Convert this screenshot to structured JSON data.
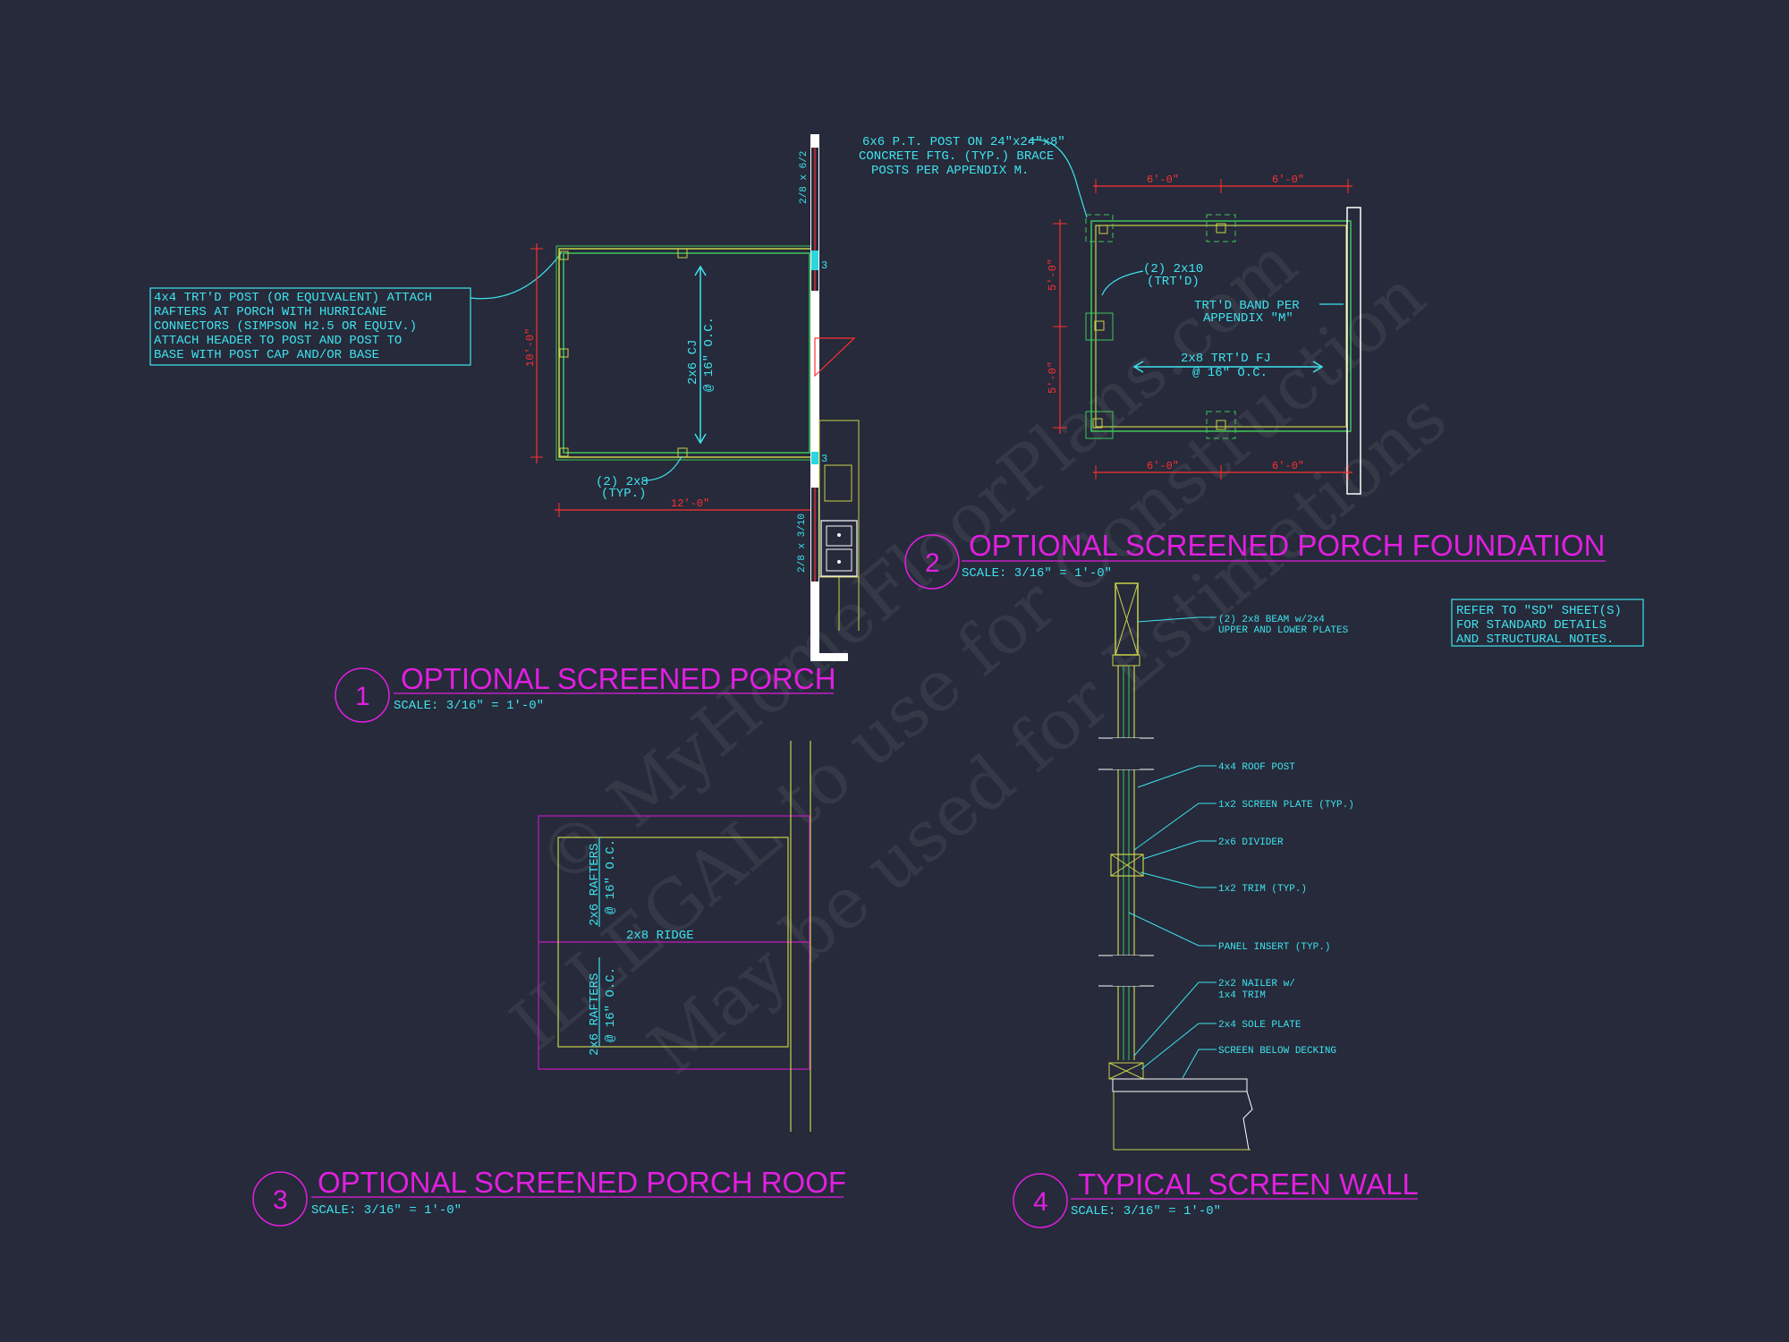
{
  "watermark": {
    "line1": "© MyHomeFloorPlans.com",
    "line2": "ILLEGAL to use for Construction",
    "line3": "May be used for Estimations"
  },
  "views": {
    "v1": {
      "number": "1",
      "title": "OPTIONAL SCREENED PORCH",
      "scale": "SCALE: 3/16\" = 1'-0\""
    },
    "v2": {
      "number": "2",
      "title": "OPTIONAL SCREENED PORCH FOUNDATION",
      "scale": "SCALE: 3/16\" = 1'-0\""
    },
    "v3": {
      "number": "3",
      "title": "OPTIONAL SCREENED PORCH ROOF",
      "scale": "SCALE: 3/16\" = 1'-0\""
    },
    "v4": {
      "number": "4",
      "title": "TYPICAL SCREEN WALL",
      "scale": "SCALE: 3/16\" = 1'-0\""
    }
  },
  "porch_plan": {
    "note_lines": [
      "4x4 TRT'D POST (OR EQUIVALENT) ATTACH",
      "RAFTERS AT PORCH WITH HURRICANE",
      "CONNECTORS (SIMPSON H2.5 OR EQUIV.)",
      "ATTACH HEADER TO POST AND POST TO",
      "BASE WITH POST CAP AND/OR BASE"
    ],
    "joist_label_1": "2x6 CJ",
    "joist_label_2": "@ 16\" O.C.",
    "header_label_1": "(2) 2x8",
    "header_label_2": "(TYP.)",
    "dim_width": "12'-0\"",
    "dim_depth": "10'-0\"",
    "door_top": "2/8 x 6/2",
    "door_bottom": "2/8 x 3/10",
    "marker": "3"
  },
  "foundation": {
    "post_note_lines": [
      "6x6 P.T. POST ON 24\"x24\"x8\"",
      "CONCRETE FTG. (TYP.) BRACE",
      "POSTS PER APPENDIX M."
    ],
    "beam_label_1": "(2) 2x10",
    "beam_label_2": "(TRT'D)",
    "band_label_1": "TRT'D BAND PER",
    "band_label_2": "APPENDIX \"M\"",
    "joist_label_1": "2x8 TRT'D FJ",
    "joist_label_2": "@ 16\" O.C.",
    "dim_top_a": "6'-0\"",
    "dim_top_b": "6'-0\"",
    "dim_bot_a": "6'-0\"",
    "dim_bot_b": "6'-0\"",
    "dim_side_a": "5'-0\"",
    "dim_side_b": "5'-0\""
  },
  "roof": {
    "rafter_label_1": "2x6 RAFTERS",
    "rafter_label_2": "@ 16\" O.C.",
    "ridge_label": "2x8 RIDGE"
  },
  "screen_wall": {
    "callouts": [
      "(2) 2x8 BEAM w/2x4",
      "UPPER AND LOWER PLATES",
      "4x4 ROOF POST",
      "1x2 SCREEN PLATE (TYP.)",
      "2x6 DIVIDER",
      "1x2 TRIM (TYP.)",
      "PANEL INSERT (TYP.)",
      "2x2 NAILER w/",
      "1x4 TRIM",
      "2x4 SOLE PLATE",
      "SCREEN BELOW DECKING"
    ]
  },
  "refer_note": {
    "lines": [
      "REFER TO \"SD\" SHEET(S)",
      "FOR STANDARD DETAILS",
      "AND STRUCTURAL NOTES."
    ]
  },
  "colors": {
    "background": "#262a3a",
    "title": "#e21fe0",
    "cyan": "#3fe3ee",
    "dimension": "#ff3030",
    "framing": "#c8d24a",
    "green": "#3fc65a",
    "wall": "#ffffff"
  }
}
